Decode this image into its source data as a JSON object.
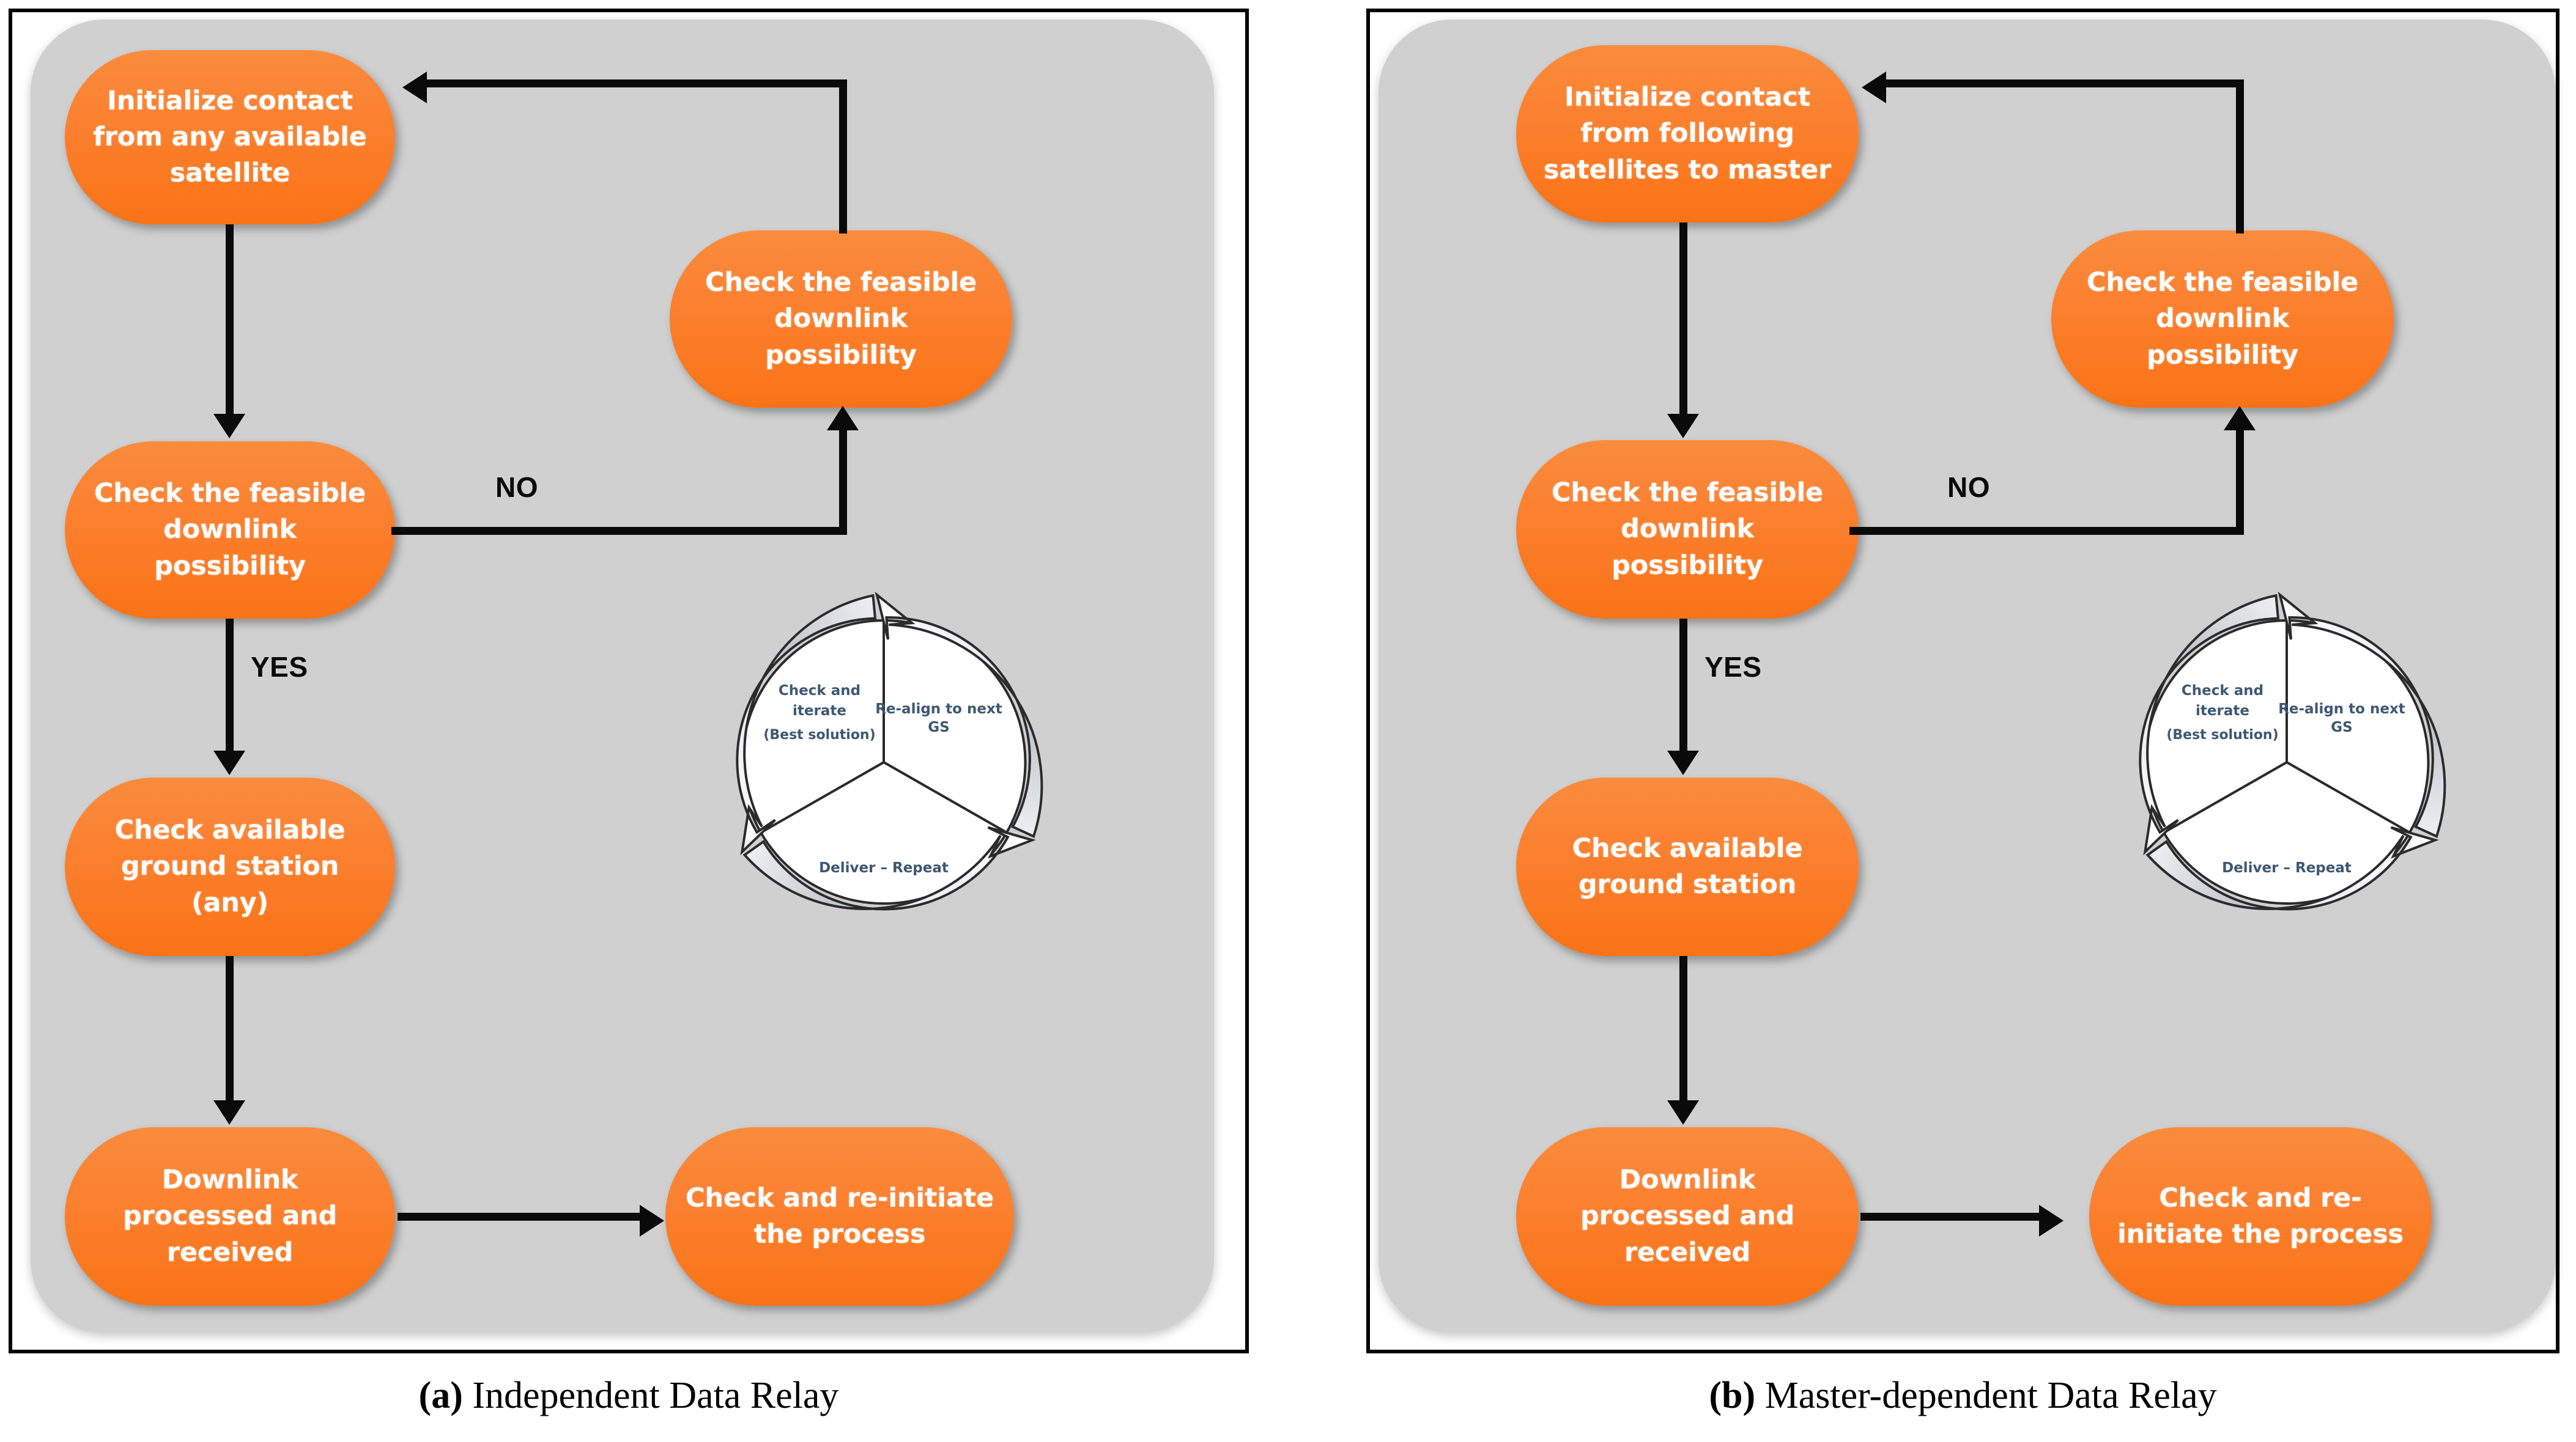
{
  "figure": {
    "panels": [
      {
        "id": "a",
        "caption_label": "(a)",
        "caption_text": " Independent Data Relay",
        "nodes": [
          {
            "name": "initialize-contact",
            "lines": [
              "Initialize contact",
              "from any available",
              "satellite"
            ]
          },
          {
            "name": "check-feasible-downlink-main",
            "lines": [
              "Check the feasible",
              "downlink",
              "possibility"
            ]
          },
          {
            "name": "check-feasible-downlink-retry",
            "lines": [
              "Check the feasible",
              "downlink",
              "possibility"
            ]
          },
          {
            "name": "check-available-ground-station",
            "lines": [
              "Check available",
              "ground station",
              "(any)"
            ]
          },
          {
            "name": "downlink-processed",
            "lines": [
              "Downlink",
              "processed and",
              "received"
            ]
          },
          {
            "name": "check-and-re-initiate",
            "lines": [
              "Check and re-initiate",
              "the process"
            ]
          }
        ],
        "edge_labels": {
          "no": "NO",
          "yes": "YES"
        },
        "cycle": {
          "segments": [
            {
              "name": "re-align-to-next-gs",
              "lines": [
                "Re-align to next",
                "GS"
              ]
            },
            {
              "name": "deliver-repeat",
              "lines": [
                "Deliver – Repeat"
              ]
            },
            {
              "name": "check-and-iterate",
              "lines": [
                "Check and",
                "iterate",
                "(Best solution)"
              ]
            }
          ]
        }
      },
      {
        "id": "b",
        "caption_label": "(b)",
        "caption_text": " Master-dependent Data Relay",
        "nodes": [
          {
            "name": "initialize-contact",
            "lines": [
              "Initialize contact",
              "from following",
              "satellites to master"
            ]
          },
          {
            "name": "check-feasible-downlink-main",
            "lines": [
              "Check the feasible",
              "downlink",
              "possibility"
            ]
          },
          {
            "name": "check-feasible-downlink-retry",
            "lines": [
              "Check the feasible",
              "downlink",
              "possibility"
            ]
          },
          {
            "name": "check-available-ground-station",
            "lines": [
              "Check available",
              "ground station"
            ]
          },
          {
            "name": "downlink-processed",
            "lines": [
              "Downlink",
              "processed and",
              "received"
            ]
          },
          {
            "name": "check-and-re-initiate",
            "lines": [
              "Check and re-",
              "initiate the process"
            ]
          }
        ],
        "edge_labels": {
          "no": "NO",
          "yes": "YES"
        },
        "cycle": {
          "segments": [
            {
              "name": "re-align-to-next-gs",
              "lines": [
                "Re-align to next",
                "GS"
              ]
            },
            {
              "name": "deliver-repeat",
              "lines": [
                "Deliver – Repeat"
              ]
            },
            {
              "name": "check-and-iterate",
              "lines": [
                "Check and",
                "iterate",
                "(Best solution)"
              ]
            }
          ]
        }
      }
    ],
    "colors": {
      "node_fill": "#FB7A23",
      "node_fill_light": "#FA8C3D",
      "canvas_bg": "#D0D0D0",
      "connector": "#0A0A0A",
      "cycle_text": "#3C5873",
      "frame": "#000000"
    }
  }
}
